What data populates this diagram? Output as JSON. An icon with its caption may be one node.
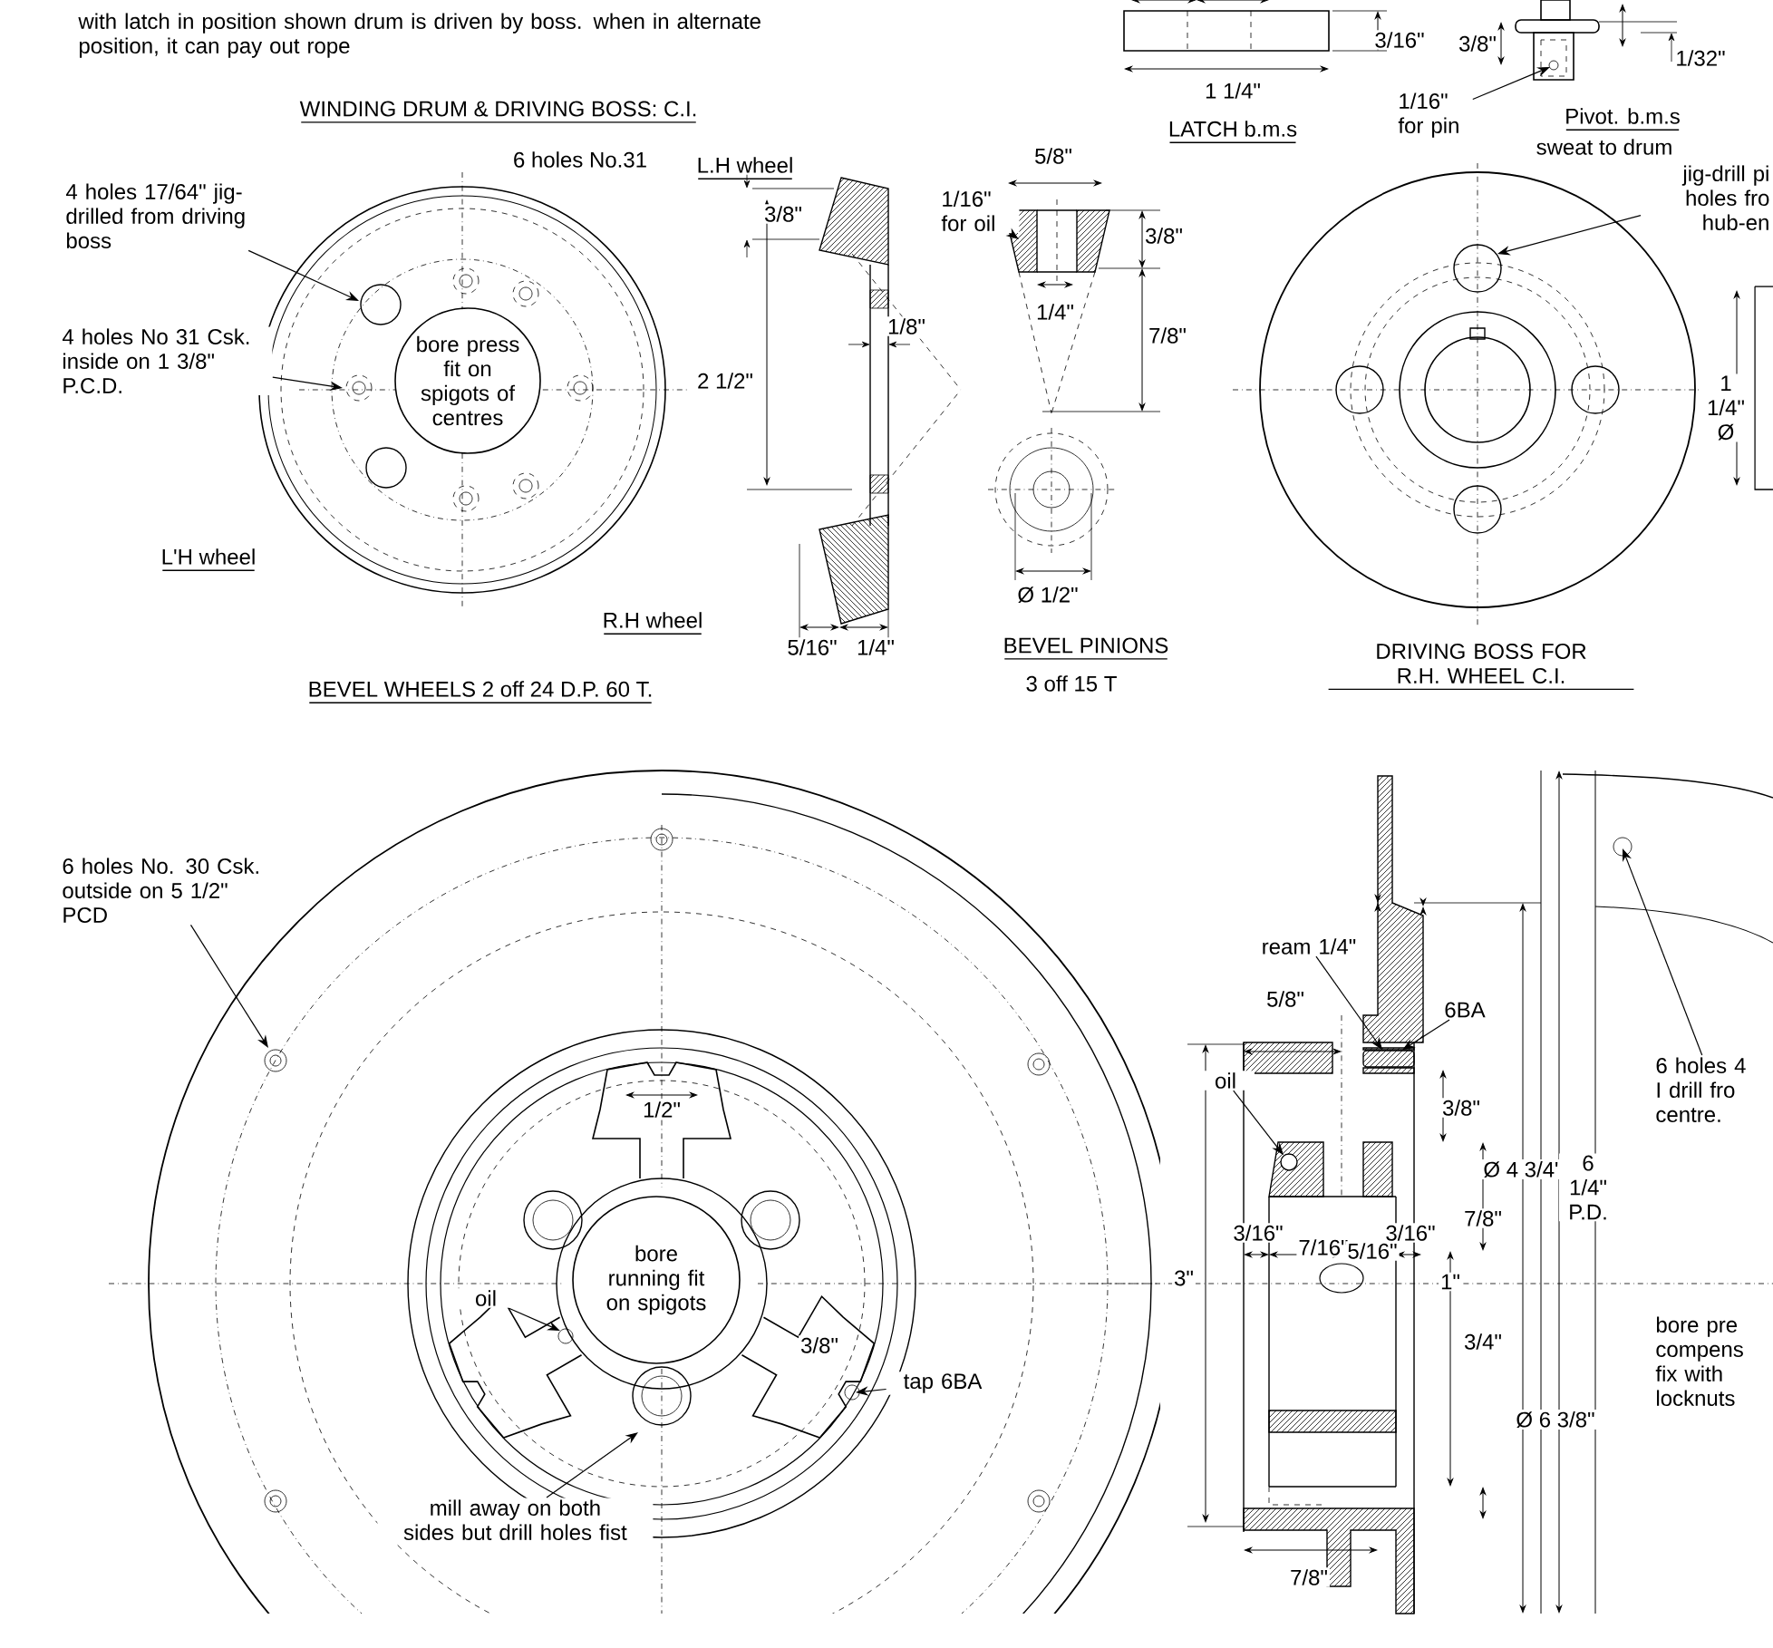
{
  "diagram": {
    "title": "WINDING DRUM & DRIVING BOSS: C.I.",
    "nodes": [
      {
        "text": [
          "4 holes 17/64\" jig-drilled from driving boss"
        ]
      },
      {
        "text": [
          "4 holes No 31 Csk. inside on 1 3/8\" P.C.D."
        ]
      },
      {
        "text": [
          "bore press fit on spigots of centres"
        ]
      },
      {
        "text": [
          "1/16\" for oil"
        ]
      },
      {
        "text": [
          "1/16\" for pin"
        ]
      },
      {
        "text": [
          "jig-drill pi holes fro hub-en"
        ]
      },
      {
        "text": [
          "6 holes No. 30 Csk. outside on 5 1/2\" PCD"
        ]
      },
      {
        "text": [
          "oil"
        ]
      },
      {
        "text": [
          "bore running fit on spigots"
        ]
      },
      {
        "text": [
          "mill away on both sides but drill holes fist"
        ]
      },
      {
        "text": [
          "tap 6BA"
        ]
      },
      {
        "text": [
          "ream 1/4\""
        ]
      },
      {
        "text": [
          "6BA"
        ]
      },
      {
        "text": [
          "oil"
        ]
      },
      {
        "text": [
          "6 holes 4 I drill fro centre."
        ]
      },
      {
        "text": [],
        "shape": "box"
      },
      {
        "text": [],
        "shape": "circle"
      }
    ],
    "edges": [
      {
        "from": 0,
        "to": null,
        "arrow": "to"
      },
      {
        "from": 1,
        "to": null,
        "arrow": "to"
      },
      {
        "from": 3,
        "to": null,
        "arrow": "to"
      },
      {
        "from": 4,
        "to": null,
        "arrow": "to"
      },
      {
        "from": 5,
        "to": null,
        "arrow": "to"
      },
      {
        "from": 6,
        "to": null,
        "arrow": "to"
      },
      {
        "from": 7,
        "to": null,
        "arrow": "to"
      },
      {
        "from": 9,
        "to": null,
        "arrow": "to"
      },
      {
        "from": 10,
        "to": null,
        "arrow": "to"
      },
      {
        "from": 11,
        "to": 15,
        "arrow": "to"
      },
      {
        "from": 12,
        "to": 15,
        "arrow": "to"
      },
      {
        "from": 13,
        "to": 16,
        "arrow": "to"
      },
      {
        "from": 14,
        "to": null,
        "arrow": "to"
      }
    ],
    "labels": [
      "with latch in position shown drum is driven by boss. when in alternate position, it can pay out rope",
      "3/16\"",
      "1 1/4\"",
      "LATCH b.m.s",
      "3/8\"",
      "1/32\"",
      "Pivot. b.m.s",
      "sweat to drum",
      "6 holes No.31",
      "L.H wheel",
      "3/8\"",
      "1/8\"",
      "2 1/2\"",
      "L'H wheel",
      "R.H wheel",
      "5/16\"",
      "1/4\"",
      "BEVEL WHEELS 2 off 24 D.P. 60 T.",
      "5/8\"",
      "3/8\"",
      "1/4\"",
      "7/8\"",
      "Ø 1/2\"",
      "BEVEL PINIONS",
      "3 off 15 T",
      "1 1/4\" Ø",
      "DRIVING BOSS FOR R.H. WHEEL C.I.",
      "1/2\"",
      "3/8\"",
      "5/8\"",
      "3/8\"",
      "Ø 4 3/4\"",
      "7/8\"",
      "3/16\"",
      "7/16\"",
      "5/16\"",
      "3/16\"",
      "1\"",
      "3/4\"",
      "3\"",
      "Ø 6 3/8\"",
      "6 1/4\" P.D.",
      "7/8\"",
      "bore pre compens fix with locknuts"
    ]
  }
}
